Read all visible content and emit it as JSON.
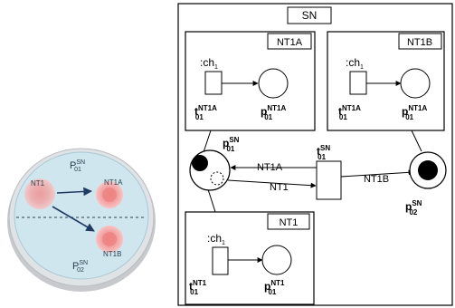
{
  "dish": {
    "cell_nt1_label": "NT1",
    "cell_nt1a_label": "NT1A",
    "cell_nt1b_label": "NT1B",
    "place_top": {
      "base": "P",
      "sup": "SN",
      "sub": "01"
    },
    "place_bottom": {
      "base": "P",
      "sup": "SN",
      "sub": "02"
    }
  },
  "net": {
    "title": "SN",
    "module_nt1a": {
      "title": "NT1A",
      "channel": {
        "base": ":ch",
        "sub": "1"
      },
      "transition": {
        "base": "t",
        "sup": "NT1A",
        "sub": "01"
      },
      "place": {
        "base": "p",
        "sup": "NT1A",
        "sub": "01"
      }
    },
    "module_nt1b": {
      "title": "NT1B",
      "channel": {
        "base": ":ch",
        "sub": "1"
      },
      "transition": {
        "base": "t",
        "sup": "NT1A",
        "sub": "01"
      },
      "place": {
        "base": "p",
        "sup": "NT1A",
        "sub": "01"
      }
    },
    "module_nt1": {
      "title": "NT1",
      "channel": {
        "base": ":ch",
        "sub": "1"
      },
      "transition": {
        "base": "t",
        "sup": "NT1",
        "sub": "01"
      },
      "place": {
        "base": "p",
        "sup": "NT1",
        "sub": "01"
      }
    },
    "place_sn01": {
      "base": "p",
      "sup": "SN",
      "sub": "01"
    },
    "place_sn02": {
      "base": "p",
      "sup": "SN",
      "sub": "02"
    },
    "transition_sn01": {
      "base": "t",
      "sup": "SN",
      "sub": "01"
    },
    "arc_labels": {
      "nt1a": "NT1A",
      "nt1": "NT1",
      "nt1b": "NT1B"
    }
  }
}
